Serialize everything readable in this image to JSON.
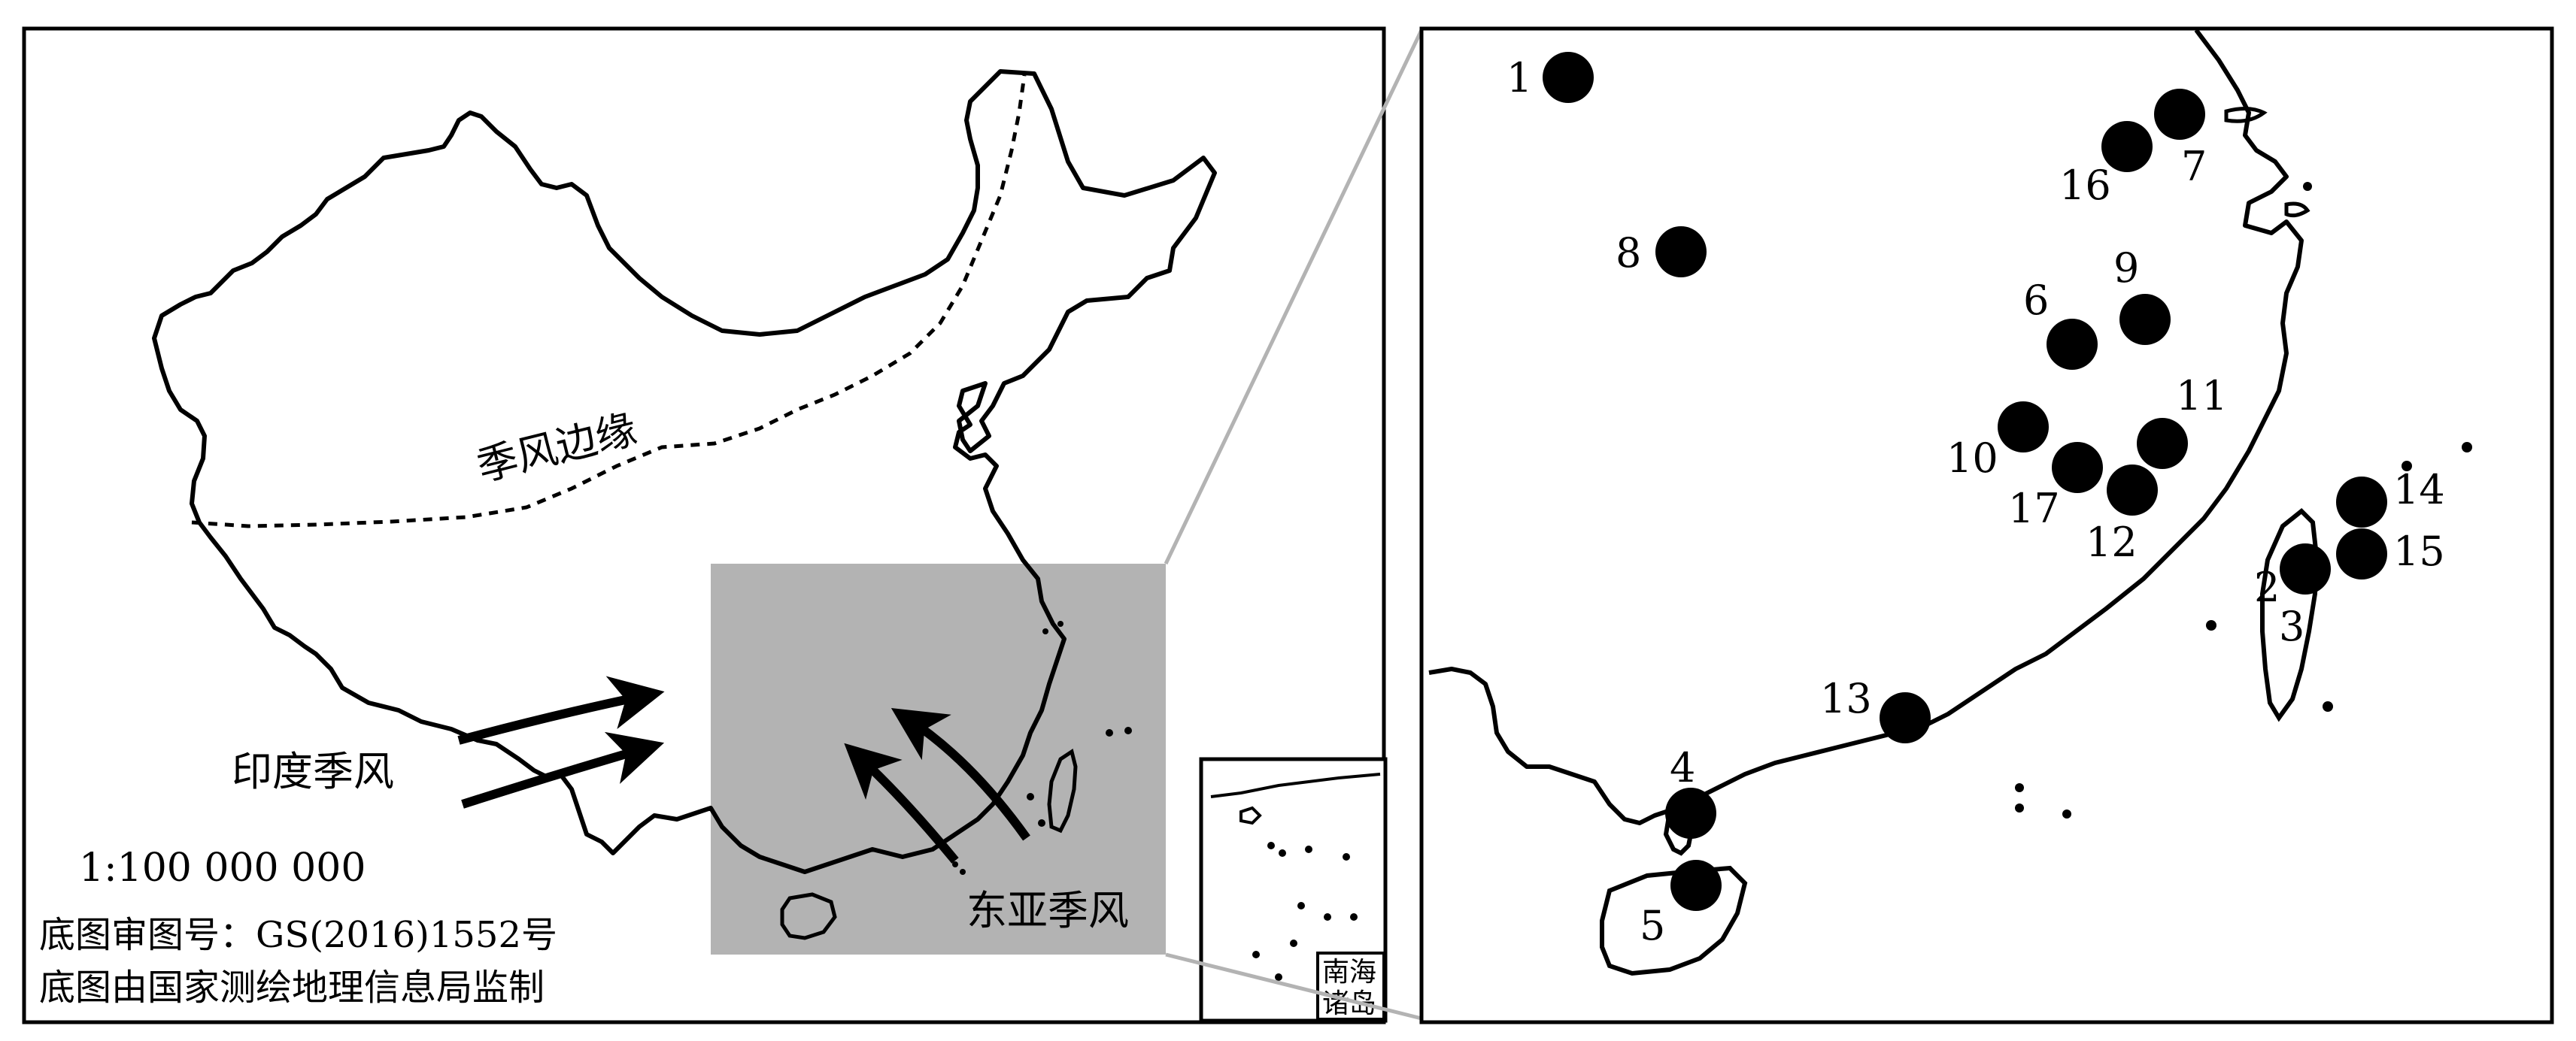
{
  "left_panel": {
    "monsoon_edge_label": "季风边缘",
    "india_monsoon_label": "印度季风",
    "east_asia_monsoon_label": "东亚季风",
    "scale_text": "1:100 000 000",
    "map_approval_number": "底图审图号：GS(2016)1552号",
    "map_credit": "底图由国家测绘地理信息局监制",
    "inset_label_line1": "南海",
    "inset_label_line2": "诸岛"
  },
  "right_panel": {
    "sites": [
      {
        "label": "1"
      },
      {
        "label": "2"
      },
      {
        "label": "3"
      },
      {
        "label": "4"
      },
      {
        "label": "5"
      },
      {
        "label": "6"
      },
      {
        "label": "7"
      },
      {
        "label": "8"
      },
      {
        "label": "9"
      },
      {
        "label": "10"
      },
      {
        "label": "11"
      },
      {
        "label": "12"
      },
      {
        "label": "13"
      },
      {
        "label": "14"
      },
      {
        "label": "15"
      },
      {
        "label": "16"
      },
      {
        "label": "17"
      }
    ]
  },
  "colors": {
    "ink": "#000000",
    "highlight_box": "#b3b3b3",
    "connector": "#b3b3b3",
    "background": "#ffffff"
  }
}
